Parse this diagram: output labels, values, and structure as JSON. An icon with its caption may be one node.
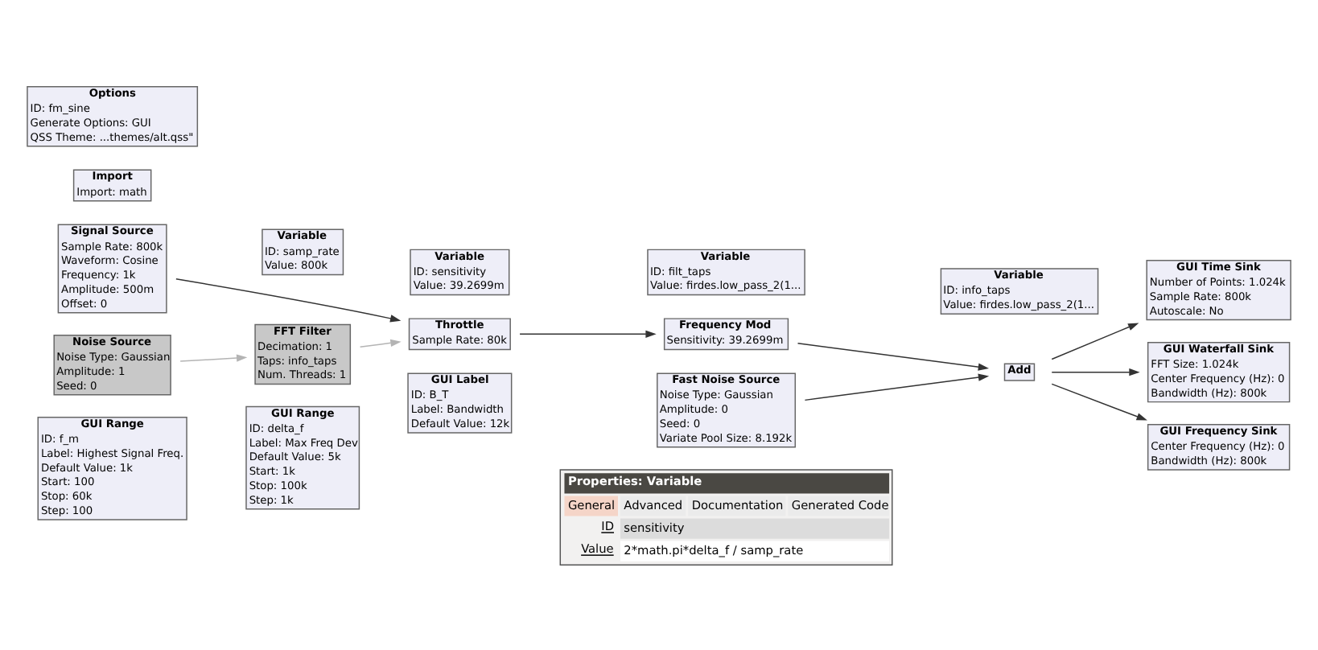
{
  "diagram": {
    "nodes": [
      {
        "text": [
          "Options",
          "ID: fm_sine",
          "Generate Options: GUI",
          "QSS Theme: ...themes/alt.qss\""
        ]
      },
      {
        "text": [
          "Variable",
          "ID: samp_rate",
          "Value: 800k"
        ]
      },
      {
        "text": [
          "Variable",
          "ID: sensitivity",
          "Value: 39.2699m"
        ]
      },
      {
        "text": [
          "Variable",
          "ID: filt_taps",
          "Value: firdes.low_pass_2(1..."
        ]
      },
      {
        "text": [
          "Variable",
          "ID: info_taps",
          "Value: firdes.low_pass_2(1..."
        ]
      },
      {
        "text": [
          "Import",
          "Import: math"
        ]
      },
      {
        "text": [
          "Throttle",
          "Sample Rate: 80k"
        ]
      },
      {
        "text": [
          "Frequency Mod",
          "Sensitivity: 39.2699m"
        ]
      },
      {
        "text": [
          "Add"
        ]
      },
      {
        "text": [
          "GUI Time Sink",
          "Number of Points: 1.024k",
          "Sample Rate: 800k",
          "Autoscale: No"
        ]
      },
      {
        "text": [
          "Signal Source",
          "Sample Rate: 800k",
          "Waveform: Cosine",
          "Frequency: 1k",
          "Amplitude: 500m",
          "Offset: 0"
        ]
      },
      {
        "text": [
          "GUI Waterfall Sink",
          "FFT Size: 1.024k",
          "Center Frequency (Hz): 0",
          "Bandwidth (Hz): 800k"
        ]
      },
      {
        "text": [
          "Fast Noise Source",
          "Noise Type: Gaussian",
          "Amplitude: 0",
          "Seed: 0",
          "Variate Pool Size: 8.192k"
        ]
      },
      {
        "text": [
          "Noise Source",
          "Noise Type: Gaussian",
          "Amplitude: 1",
          "Seed: 0"
        ]
      },
      {
        "text": [
          "FFT Filter",
          "Decimation: 1",
          "Taps: info_taps",
          "Num. Threads: 1"
        ]
      },
      {
        "text": [
          "GUI Frequency Sink",
          "Center Frequency (Hz): 0",
          "Bandwidth (Hz): 800k"
        ]
      },
      {
        "text": [
          "GUI Range",
          "ID: f_m",
          "Label: Highest Signal Freq.",
          "Default Value: 1k",
          "Start: 100",
          "Stop: 60k",
          "Step: 100"
        ]
      },
      {
        "text": [
          "GUI Range",
          "ID: delta_f",
          "Label: Max Freq Dev",
          "Default Value: 5k",
          "Start: 1k",
          "Stop: 100k",
          "Step: 1k"
        ]
      },
      {
        "text": [
          "GUI Label",
          "ID: B_T",
          "Label: Bandwidth",
          "Default Value: 12k"
        ]
      },
      {
        "text": [
          "Properties: Variable",
          "General",
          "Advanced",
          "Documentation",
          "Generated Code",
          "ID",
          "sensitivity",
          "Value",
          "2*math.pi*delta_f / samp_rate"
        ]
      }
    ],
    "edges": [
      {
        "from": 10,
        "to": 6,
        "arrow": "to"
      },
      {
        "from": 14,
        "to": 6,
        "arrow": "to",
        "color": "#b4b4b4"
      },
      {
        "from": 13,
        "to": 14,
        "arrow": "to",
        "color": "#b4b4b4"
      },
      {
        "from": 6,
        "to": 7,
        "arrow": "to"
      },
      {
        "from": 7,
        "to": 8,
        "arrow": "to"
      },
      {
        "from": 12,
        "to": 8,
        "arrow": "to"
      },
      {
        "from": 8,
        "to": 9,
        "arrow": "to"
      },
      {
        "from": 8,
        "to": 11,
        "arrow": "to"
      },
      {
        "from": 8,
        "to": 15,
        "arrow": "to"
      }
    ]
  }
}
